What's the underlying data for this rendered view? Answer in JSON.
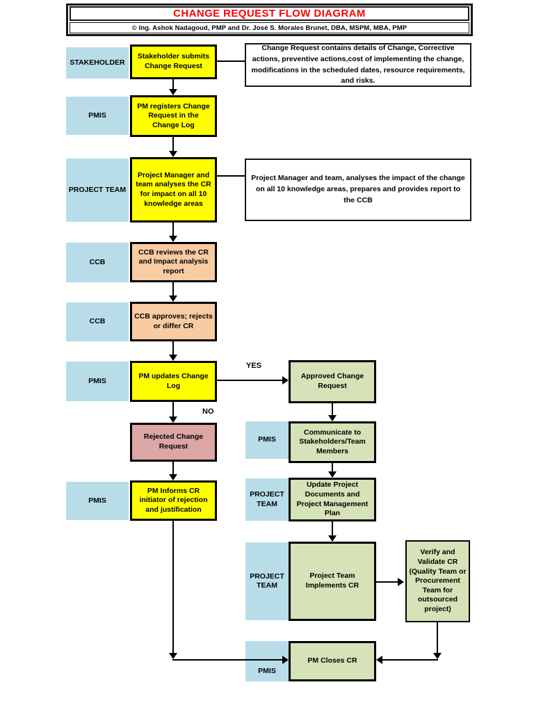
{
  "title": {
    "heading": "CHANGE REQUEST FLOW DIAGRAM",
    "credit": "©  Ing. Ashok Nadagoud, PMP and Dr. José S. Morales Brunet, DBA, MSPM, MBA, PMP"
  },
  "lanes": {
    "stakeholder": "STAKEHOLDER",
    "pmis_register": "PMIS",
    "project_team_analyse": "PROJECT TEAM",
    "ccb_review": "CCB",
    "ccb_approve": "CCB",
    "pmis_update": "PMIS",
    "pmis_communicate": "PMIS",
    "pmis_inform": "PMIS",
    "project_team_update": "PROJECT TEAM",
    "project_team_implement": "PROJECT TEAM",
    "pmis_close": "PMIS"
  },
  "boxes": {
    "submit": "Stakeholder submits Change Request",
    "register": "PM registers Change Request in the Change Log",
    "analyse": "Project Manager and team analyses the CR for impact on all 10 knowledge areas",
    "review": "CCB reviews the CR and Impact analysis report",
    "approve": "CCB approves; rejects or differ CR",
    "update_log": "PM updates Change Log",
    "approved": "Approved Change Request",
    "rejected": "Rejected Change Request",
    "communicate": "Communicate to Stakeholders/Team Members",
    "inform": "PM Informs CR initiator of rejection and justification",
    "update_docs": "Update Project Documents and Project Management Plan",
    "implement": "Project Team Implements CR",
    "verify": "Verify and Validate CR (Quality Team or Procurement Team for outsourced project)",
    "close": "PM Closes CR"
  },
  "notes": {
    "cr_details": "Change Request contains details of Change, Corrective actions, preventive actions,cost of implementing the change, modifications in the scheduled dates, resource requirements, and risks.",
    "impact_analysis": "Project Manager and team, analyses the impact of the change on all 10 knowledge areas, prepares and provides report to the CCB"
  },
  "decision_labels": {
    "yes": "YES",
    "no": "NO"
  },
  "colors": {
    "lane_blue": "#B8DDE8",
    "action_yellow": "#FFFF00",
    "ccb_peach": "#F9CBA3",
    "output_green": "#D6E2B8",
    "rejected_pink": "#DBA6A4",
    "title_red": "#FF0000",
    "line_black": "#000000"
  }
}
